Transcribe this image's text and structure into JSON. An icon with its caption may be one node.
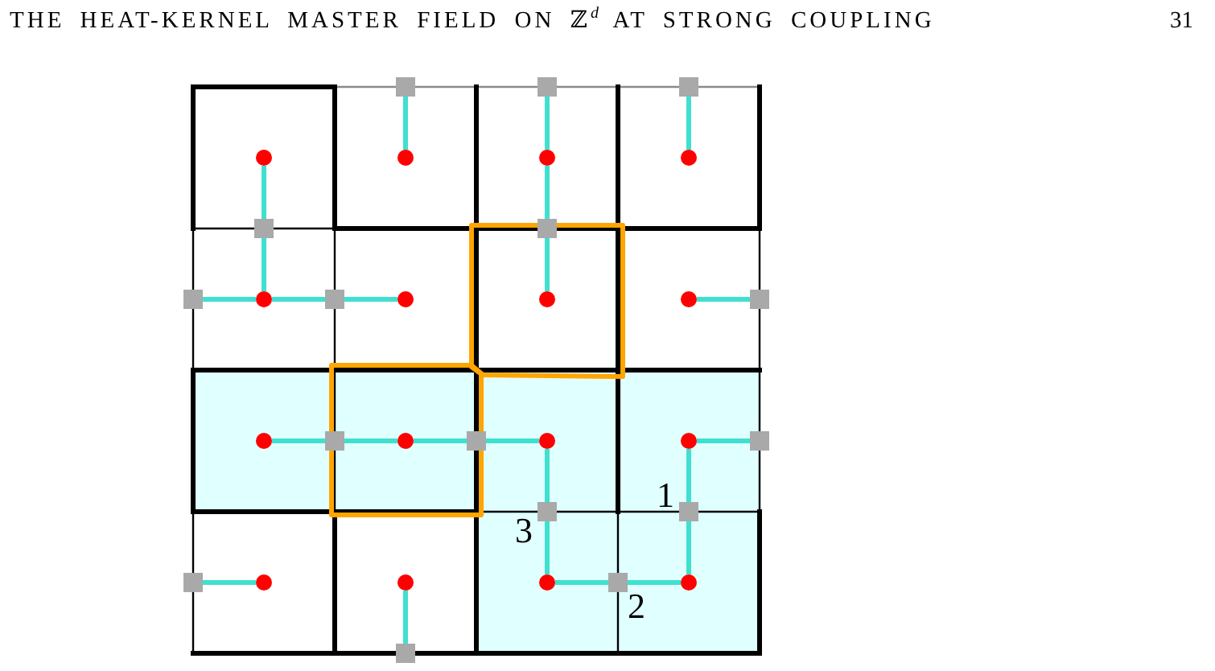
{
  "diagram": {
    "title": "THE HEAT-KERNEL MASTER FIELD ON ℤ$^{d}$ AT STRONG COUPLING",
    "nodes": [
      {
        "text": [],
        "shape": "box"
      },
      {
        "text": [],
        "shape": "box"
      },
      {
        "text": [],
        "shape": "box"
      },
      {
        "text": [],
        "shape": "circle"
      },
      {
        "text": [],
        "shape": "circle"
      },
      {
        "text": [],
        "shape": "circle"
      },
      {
        "text": [],
        "shape": "circle"
      },
      {
        "text": [],
        "shape": "box"
      },
      {
        "text": [],
        "shape": "box"
      },
      {
        "text": [],
        "shape": "box"
      },
      {
        "text": [],
        "shape": "circle"
      },
      {
        "text": [],
        "shape": "box"
      },
      {
        "text": [],
        "shape": "circle"
      },
      {
        "text": [],
        "shape": "circle"
      },
      {
        "text": [],
        "shape": "circle"
      },
      {
        "text": [],
        "shape": "box"
      },
      {
        "text": [],
        "shape": "circle"
      },
      {
        "text": [],
        "shape": "box"
      },
      {
        "text": [],
        "shape": "circle"
      },
      {
        "text": [],
        "shape": "box"
      },
      {
        "text": [],
        "shape": "circle"
      },
      {
        "text": [],
        "shape": "circle"
      },
      {
        "text": [],
        "shape": "box"
      },
      {
        "text": [],
        "shape": "box"
      },
      {
        "text": [],
        "shape": "box"
      },
      {
        "text": [],
        "shape": "box"
      },
      {
        "text": [],
        "shape": "circle"
      },
      {
        "text": [],
        "shape": "circle"
      },
      {
        "text": [],
        "shape": "circle"
      },
      {
        "text": [],
        "shape": "box"
      },
      {
        "text": [],
        "shape": "circle"
      },
      {
        "text": [],
        "shape": "box"
      }
    ],
    "edges": [
      {
        "from": 3,
        "to": 7,
        "arrow": "none"
      },
      {
        "from": 7,
        "to": 10,
        "arrow": "none"
      },
      {
        "from": 4,
        "to": 0,
        "arrow": "none"
      },
      {
        "from": 5,
        "to": 1,
        "arrow": "none"
      },
      {
        "from": 5,
        "to": 8,
        "arrow": "none"
      },
      {
        "from": 8,
        "to": 13,
        "arrow": "none"
      },
      {
        "from": 6,
        "to": 2,
        "arrow": "none"
      },
      {
        "from": 10,
        "to": 9,
        "arrow": "none"
      },
      {
        "from": 10,
        "to": 11,
        "arrow": "none"
      },
      {
        "from": 11,
        "to": 12,
        "arrow": "none"
      },
      {
        "from": 14,
        "to": 15,
        "arrow": "none"
      },
      {
        "from": 16,
        "to": 17,
        "arrow": "none"
      },
      {
        "from": 17,
        "to": 18,
        "arrow": "none"
      },
      {
        "from": 18,
        "to": 19,
        "arrow": "none"
      },
      {
        "from": 19,
        "to": 20,
        "arrow": "none"
      },
      {
        "from": 20,
        "to": 23,
        "arrow": "none"
      },
      {
        "from": 23,
        "to": 28,
        "arrow": "none"
      },
      {
        "from": 21,
        "to": 22,
        "arrow": "none"
      },
      {
        "from": 21,
        "to": 24,
        "arrow": "none"
      },
      {
        "from": 24,
        "to": 30,
        "arrow": "none"
      },
      {
        "from": 26,
        "to": 25,
        "arrow": "none"
      },
      {
        "from": 27,
        "to": 31,
        "arrow": "none"
      },
      {
        "from": 28,
        "to": 29,
        "arrow": "none"
      },
      {
        "from": 29,
        "to": 30,
        "arrow": "none"
      }
    ],
    "labels": [
      "31",
      "1",
      "3",
      "2"
    ]
  }
}
